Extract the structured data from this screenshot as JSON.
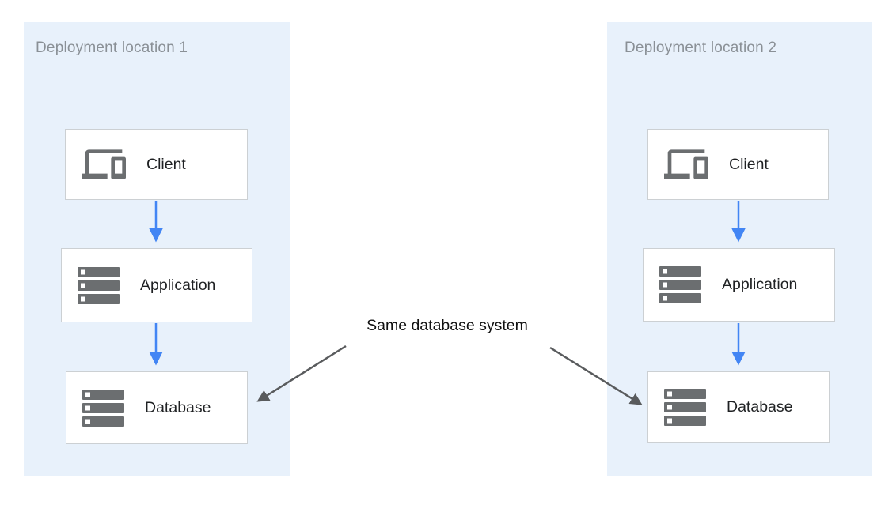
{
  "locations": [
    {
      "title": "Deployment location 1",
      "nodes": [
        {
          "label": "Client",
          "icon": "devices-icon"
        },
        {
          "label": "Application",
          "icon": "server-stack-icon"
        },
        {
          "label": "Database",
          "icon": "server-stack-icon"
        }
      ]
    },
    {
      "title": "Deployment location 2",
      "nodes": [
        {
          "label": "Client",
          "icon": "devices-icon"
        },
        {
          "label": "Application",
          "icon": "server-stack-icon"
        },
        {
          "label": "Database",
          "icon": "server-stack-icon"
        }
      ]
    }
  ],
  "annotation": {
    "text": "Same database system"
  },
  "colors": {
    "region_background": "#e8f1fb",
    "region_title_text": "#8a9096",
    "node_border": "#ccd0d3",
    "node_label_text": "#1f2123",
    "icon_gray": "#6b6e70",
    "flow_arrow_blue": "#4285f4",
    "annotation_arrow_gray": "#595b5d",
    "annotation_text": "#111111"
  }
}
